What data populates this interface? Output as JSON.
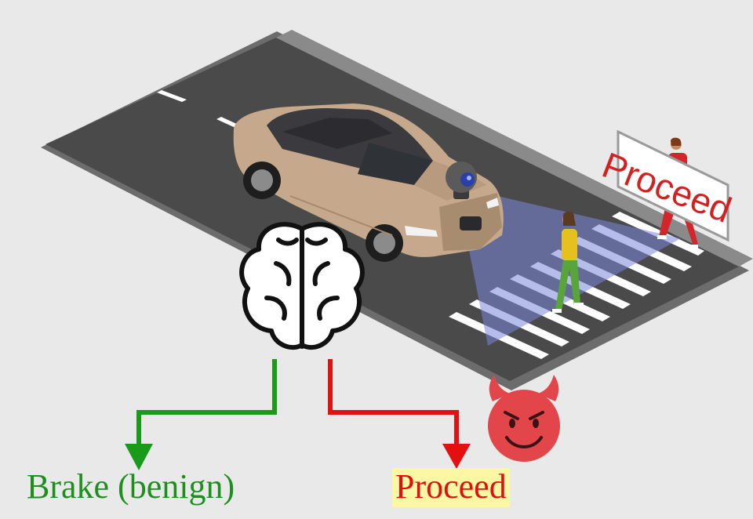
{
  "sign": {
    "text": "Proceed"
  },
  "outcomes": {
    "benign": {
      "label": "Brake (benign)",
      "color": "#1d8f1d"
    },
    "adversarial": {
      "label": "Proceed",
      "color": "#e01010",
      "highlight": "#fbf7a2"
    }
  },
  "icons": {
    "brain": "brain-icon",
    "devil": "smiling-devil-emoji-icon",
    "camera": "camera-sensor-icon"
  }
}
